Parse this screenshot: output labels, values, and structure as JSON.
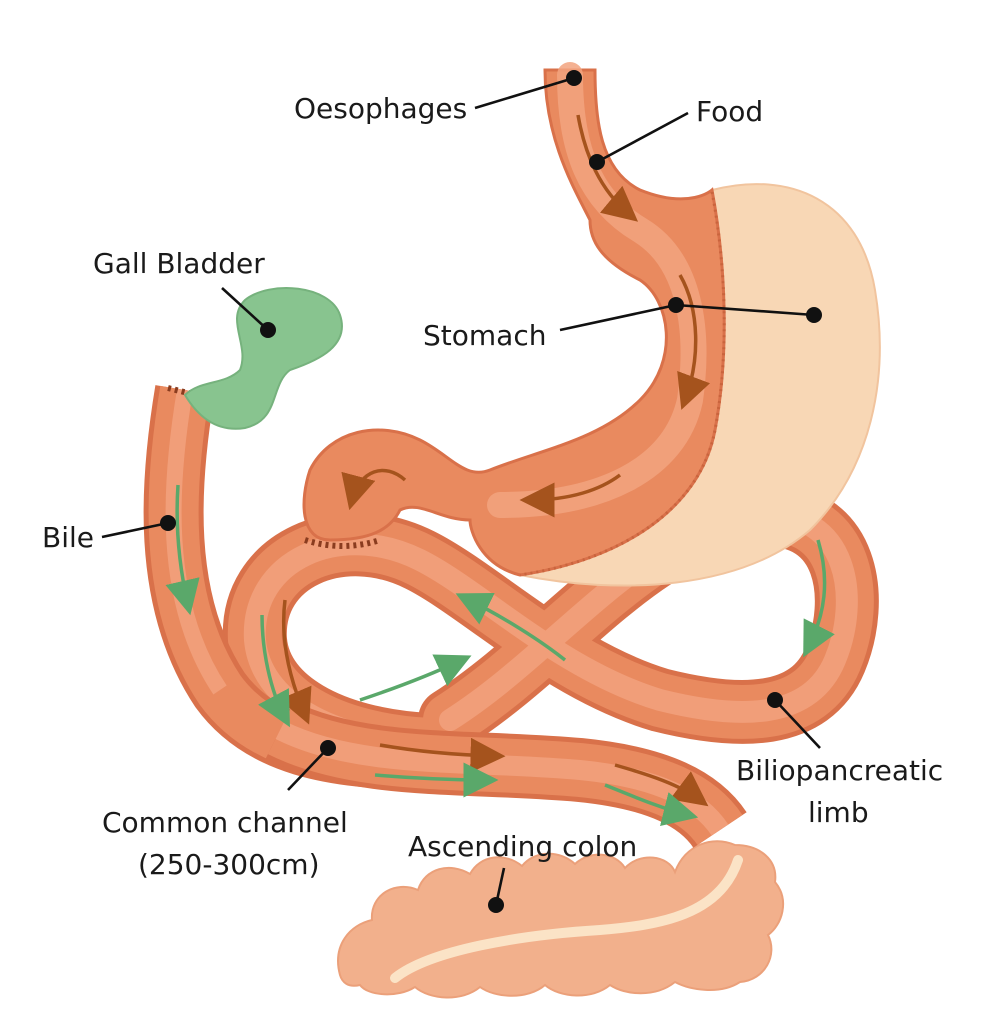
{
  "diagram": {
    "labels": {
      "oesophagus": "Oesophages",
      "food": "Food",
      "gall_bladder": "Gall Bladder",
      "stomach": "Stomach",
      "bile": "Bile",
      "common_channel_line1": "Common channel",
      "common_channel_line2": "(250-300cm)",
      "ascending_colon": "Ascending colon",
      "biliopancreatic_line1": "Biliopancreatic",
      "biliopancreatic_line2": "limb"
    },
    "colors": {
      "intestine_outer": "#e98a5f",
      "intestine_dark": "#d9714a",
      "intestine_inner": "#f2a37f",
      "stomach_sleeve_removed": "#f8d7b5",
      "gall_bladder": "#88c48f",
      "colon": "#f2b08c",
      "colon_highlight": "#fbe3c6",
      "food_arrow": "#a5531d",
      "bile_arrow": "#5aa86a"
    }
  }
}
